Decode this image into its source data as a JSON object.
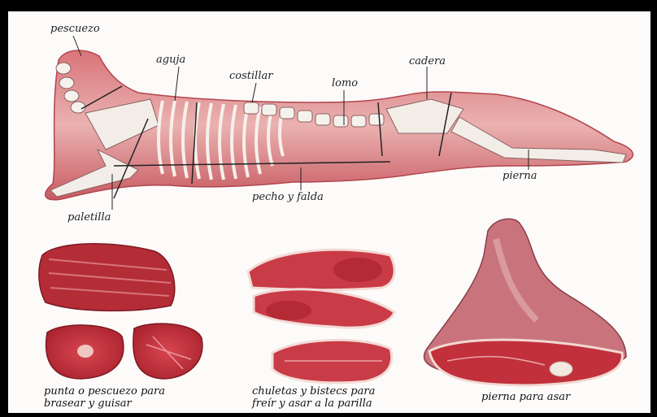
{
  "diagram": {
    "labels": {
      "pescuezo": "pescuezo",
      "aguja": "aguja",
      "costillar": "costillar",
      "lomo": "lomo",
      "cadera": "cadera",
      "pierna": "pierna",
      "paletilla": "paletilla",
      "pecho_falda": "pecho y falda"
    }
  },
  "captions": [
    {
      "line1": "punta o pescuezo para",
      "line2": "brasear y guisar"
    },
    {
      "line1": "chuletas y bistecs para",
      "line2": "freír y asar a la parilla"
    },
    {
      "line1": "pierna para asar",
      "line2": ""
    }
  ],
  "colors": {
    "meat": "#c8565d",
    "meat_light": "#e6a3a3",
    "bone": "#f5f2ee",
    "frame": "#000000",
    "background": "#fdfbfa"
  }
}
